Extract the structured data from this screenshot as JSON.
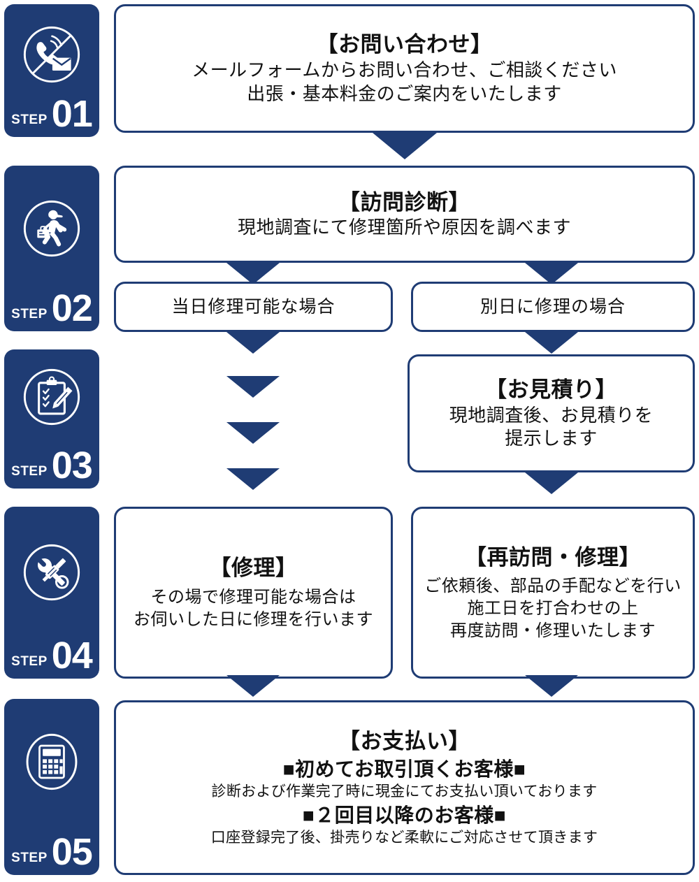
{
  "theme": {
    "navy": "#1f3c74",
    "text": "#111111",
    "background": "#ffffff"
  },
  "steps": [
    {
      "step_label": "STEP",
      "number": "01",
      "icon": "phone-mail-icon",
      "title": "【お問い合わせ】",
      "lines": [
        "メールフォームからお問い合わせ、ご相談ください",
        "出張・基本料金のご案内をいたします"
      ]
    },
    {
      "step_label": "STEP",
      "number": "02",
      "icon": "walking-worker-icon",
      "title": "【訪問診断】",
      "lines": [
        "現地調査にて修理箇所や原因を調べます"
      ],
      "branches": [
        {
          "label": "当日修理可能な場合"
        },
        {
          "label": "別日に修理の場合"
        }
      ]
    },
    {
      "step_label": "STEP",
      "number": "03",
      "icon": "clipboard-pencil-icon",
      "title": "【お見積り】",
      "lines": [
        "現地調査後、お見積りを",
        "提示します"
      ]
    },
    {
      "step_label": "STEP",
      "number": "04",
      "icon": "wrench-screwdriver-icon",
      "left": {
        "title": "【修理】",
        "lines": [
          "その場で修理可能な場合は",
          "お伺いした日に修理を行います"
        ]
      },
      "right": {
        "title": "【再訪問・修理】",
        "lines": [
          "ご依頼後、部品の手配などを行い",
          "施工日を打合わせの上",
          "再度訪問・修理いたします"
        ]
      }
    },
    {
      "step_label": "STEP",
      "number": "05",
      "icon": "calculator-icon",
      "title": "【お支払い】",
      "sections": [
        {
          "heading": "■初めてお取引頂くお客様■",
          "body": "診断および作業完了時に現金にてお支払い頂いております"
        },
        {
          "heading": "■２回目以降のお客様■",
          "body": "口座登録完了後、掛売りなど柔軟にご対応させて頂きます"
        }
      ]
    }
  ]
}
